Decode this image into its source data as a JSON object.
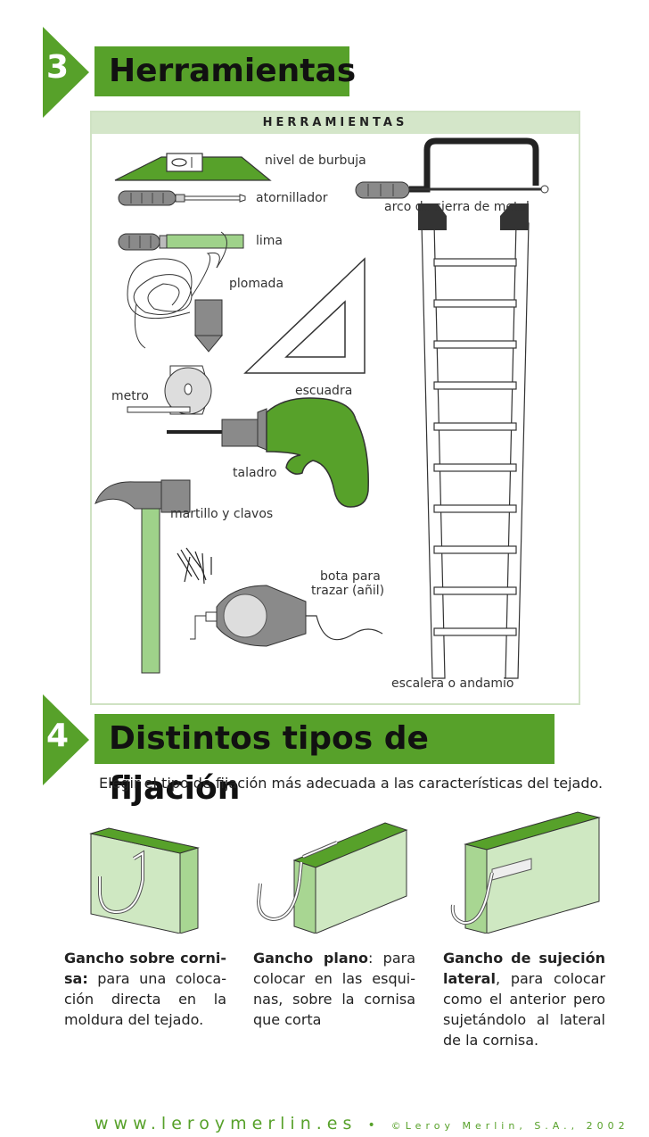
{
  "colors": {
    "green": "#57a12a",
    "light_green": "#d4e6c9",
    "panel_green": "#cfe2c3"
  },
  "section3": {
    "number": "3",
    "title": "Herramientas",
    "panel_title": "HERRAMIENTAS",
    "tools": {
      "nivel": "nivel de burbuja",
      "atornillador": "atornillador",
      "arco": "arco de sierra de metal",
      "lima": "lima",
      "plomada": "plomada",
      "escuadra": "escuadra",
      "metro": "metro",
      "taladro": "taladro",
      "martillo": "martillo y clavos",
      "bota_line1": "bota para",
      "bota_line2": "trazar (añil)",
      "escalera": "escalera o andamio"
    }
  },
  "section4": {
    "number": "4",
    "title": "Distintos tipos de fijación",
    "intro": "Elegir el tipo de fijación más adecuada a las características del tejado.",
    "items": [
      {
        "title": "Gancho sobre corni-sa:",
        "text": " para una coloca-ción directa en la moldura del tejado."
      },
      {
        "title": "Gancho plano",
        "text": ": para colocar en las esqui-nas, sobre la cornisa que corta"
      },
      {
        "title": "Gancho de sujeción lateral",
        "text": ", para colocar como el anterior pero sujetándolo al lateral de la cornisa."
      }
    ]
  },
  "footer": {
    "url": "www.leroymerlin.es",
    "bullet": "•",
    "copyright": "©Leroy Merlin, S.A., 2002"
  }
}
